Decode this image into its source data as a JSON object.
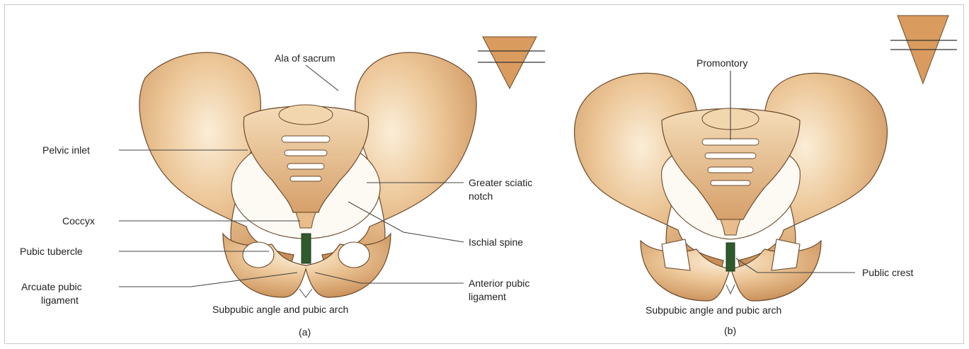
{
  "colors": {
    "bone": "#e6bb88",
    "bone_light": "#f6e4c8",
    "bone_shadow": "#c08a56",
    "bone_outline": "#6b4a2c",
    "ligament": "#2f5a2c",
    "leader": "#444444",
    "label_text": "#222222"
  },
  "panel_a": {
    "caption": "(a)",
    "labels": {
      "ala_of_sacrum": "Ala of sacrum",
      "pelvic_inlet": "Pelvic inlet",
      "greater_sciatic_notch_1": "Greater sciatic",
      "greater_sciatic_notch_2": "notch",
      "coccyx": "Coccyx",
      "ischial_spine": "Ischial spine",
      "pubic_tubercle": "Pubic tubercle",
      "arcuate_pubic_ligament_1": "Arcuate pubic",
      "arcuate_pubic_ligament_2": "ligament",
      "anterior_pubic_ligament_1": "Anterior pubic",
      "anterior_pubic_ligament_2": "ligament",
      "subpubic_angle": "Subpubic angle and pubic arch"
    },
    "inlet_icon": "triangle-inlet-icon"
  },
  "panel_b": {
    "caption": "(b)",
    "labels": {
      "promontory": "Promontory",
      "public_crest": "Public crest",
      "subpubic_angle": "Subpubic angle and pubic arch"
    },
    "inlet_icon": "triangle-inlet-icon"
  }
}
